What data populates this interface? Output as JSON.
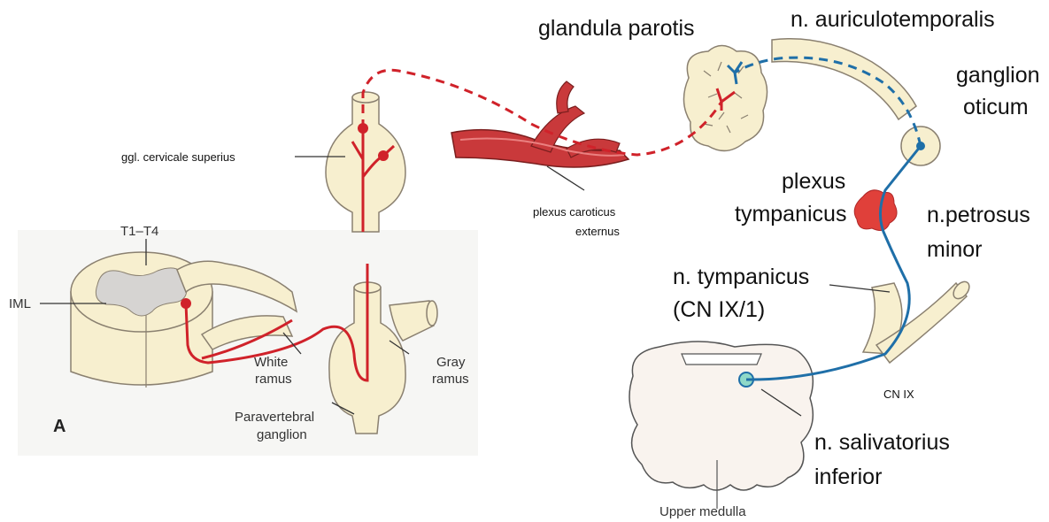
{
  "labels": {
    "glandula_parotis": "glandula parotis",
    "n_auriculotemporalis": "n. auriculotemporalis",
    "ganglion_oticum_1": "ganglion",
    "ganglion_oticum_2": "oticum",
    "ggl_cervicale_superius": "ggl. cervicale superius",
    "plexus_caroticus_1": "plexus caroticus",
    "plexus_caroticus_2": "externus",
    "plexus_tympanicus_1": "plexus",
    "plexus_tympanicus_2": "tympanicus",
    "n_petrosus_minor_1": "n.petrosus",
    "n_petrosus_minor_2": "minor",
    "n_tympanicus_1": "n. tympanicus",
    "n_tympanicus_2": "(CN IX/1)",
    "cn_ix": "CN IX",
    "n_salivatorius_1": "n. salivatorius",
    "n_salivatorius_2": "inferior",
    "upper_medulla": "Upper medulla",
    "t1_t4": "T1–T4",
    "iml": "IML",
    "white_ramus_1": "White",
    "white_ramus_2": "ramus",
    "gray_ramus_1": "Gray",
    "gray_ramus_2": "ramus",
    "paravertebral_1": "Paravertebral",
    "paravertebral_2": "ganglion",
    "panel_letter": "A"
  },
  "colors": {
    "sympathetic": "#d0222a",
    "parasympathetic": "#1f6fa8",
    "structure_fill": "#f7efcf",
    "structure_stroke": "#8a8070",
    "gray_matter": "#d6d4d2",
    "artery": "#c9393b",
    "plexus_tympanicus": "#e0403a",
    "nucleus": "#8fd9c8"
  }
}
